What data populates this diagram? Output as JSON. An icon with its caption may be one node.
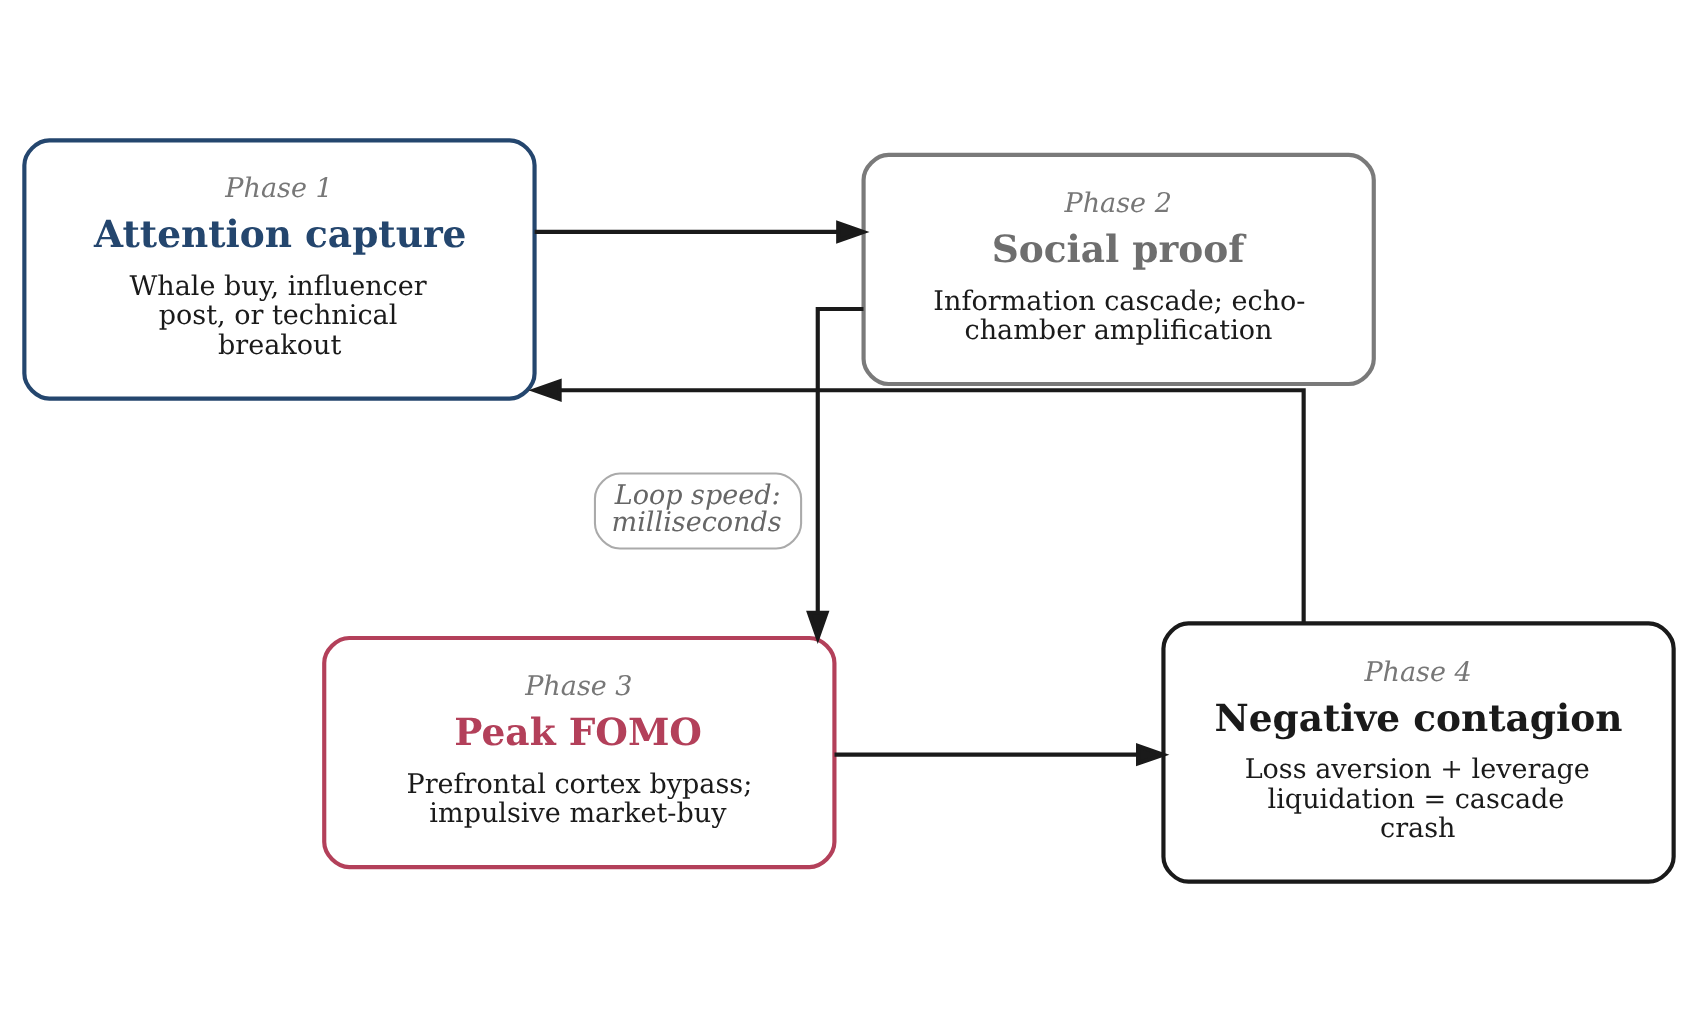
{
  "diagram": {
    "nodes": [
      {
        "text": [
          "Phase 1",
          "Attention capture",
          "Whale buy, influencer post, or technical breakout"
        ]
      },
      {
        "text": [
          "Phase 2",
          "Social proof",
          "Information cascade; echo-chamber amplification"
        ]
      },
      {
        "text": [
          "Phase 3",
          "Peak FOMO",
          "Prefrontal cortex bypass; impulsive market-buy"
        ]
      },
      {
        "text": [
          "Phase 4",
          "Negative contagion",
          "Loss aversion + leverage liquidation = cascade crash"
        ]
      },
      {
        "text": [
          "Loop speed: milliseconds"
        ]
      }
    ],
    "edges": [
      {
        "from": 0,
        "to": 1,
        "arrow": "to"
      },
      {
        "from": 1,
        "to": 2,
        "arrow": "to"
      },
      {
        "from": 2,
        "to": 3,
        "arrow": "to"
      },
      {
        "from": 3,
        "to": 0,
        "arrow": "to"
      }
    ]
  }
}
